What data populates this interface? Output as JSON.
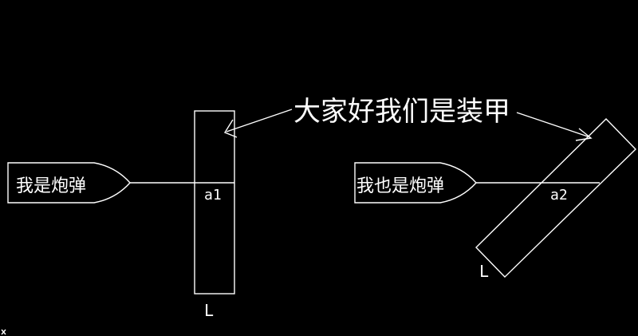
{
  "colors": {
    "background": "#000000",
    "stroke": "#ffffff"
  },
  "title": "大家好我们是装甲",
  "left": {
    "projectile_label": "我是炮弹",
    "angle_label": "a1",
    "length_label": "L"
  },
  "right": {
    "projectile_label": "我也是炮弹",
    "angle_label": "a2",
    "length_label": "L"
  }
}
